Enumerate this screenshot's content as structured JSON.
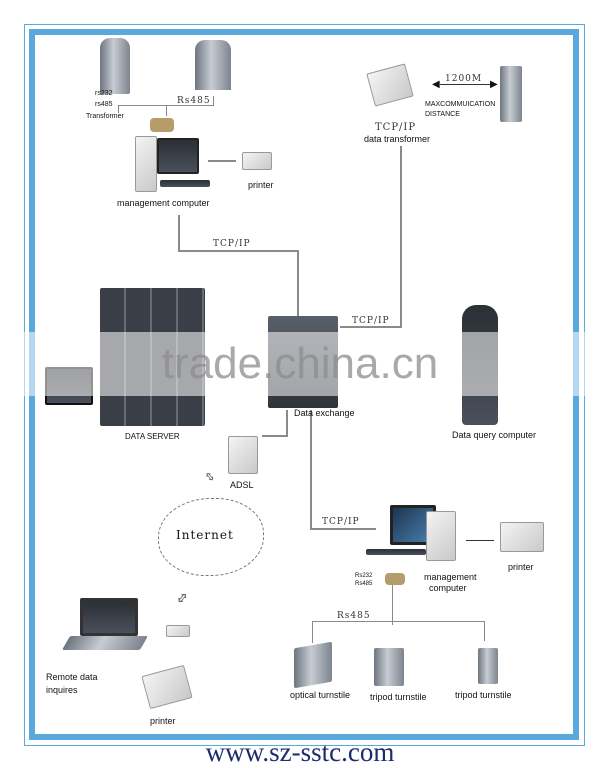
{
  "top_left": {
    "rs232": "rs232",
    "rs485": "rs485",
    "transformer": "Transformer",
    "bus": "Rs485",
    "computer": "management computer",
    "printer": "printer"
  },
  "top_right": {
    "distance": "1200M",
    "max_line1": "MAXCOMMUICATION",
    "max_line2": "DISTANCE",
    "tcpip": "TCP/IP",
    "transformer": "data transformer"
  },
  "links": {
    "tcpip_left": "TCP/IP",
    "tcpip_right": "TCP/IP",
    "tcpip_bottom": "TCP/IP"
  },
  "center": {
    "data_server": "DATA SERVER",
    "data_exchange": "Data exchange",
    "query": "Data query computer",
    "adsl": "ADSL",
    "internet": "Internet"
  },
  "bottom_left": {
    "remote_line1": "Remote data",
    "remote_line2": "inquires",
    "printer": "printer"
  },
  "bottom_right": {
    "rs232": "Rs232",
    "rs485": "Rs485",
    "computer_line1": "management",
    "computer_line2": "computer",
    "printer": "printer",
    "bus": "Rs485",
    "optical": "optical turnstile",
    "tripod1": "tripod turnstile",
    "tripod2": "tripod turnstile"
  },
  "watermark": "trade.china.cn",
  "footer_url": "www.sz-sstc.com"
}
